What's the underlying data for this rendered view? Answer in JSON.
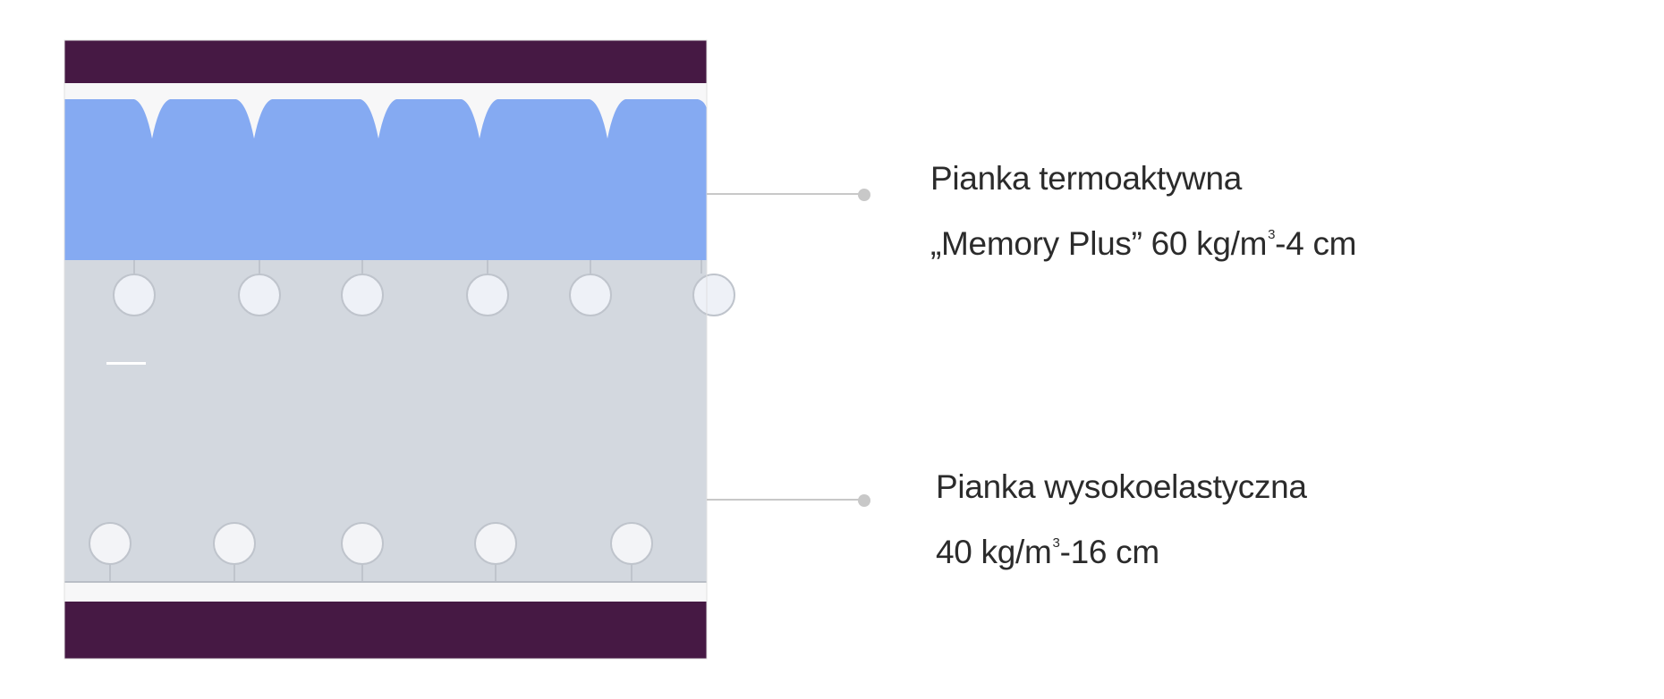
{
  "layers": [
    {
      "name": "Pianka termoaktywna",
      "spec_prefix": "„Memory Plus”  60 kg/m",
      "spec_sup": "3",
      "spec_suffix": "-4 cm",
      "color": "#85aaf2"
    },
    {
      "name": "Pianka wysokoelastyczna",
      "spec_prefix": "40 kg/m",
      "spec_sup": "3",
      "spec_suffix": "-16 cm",
      "color": "#d3d8df"
    }
  ],
  "colors": {
    "cover": "#461944",
    "leader": "#c8c8c8",
    "bubble": "#eef1f7"
  }
}
